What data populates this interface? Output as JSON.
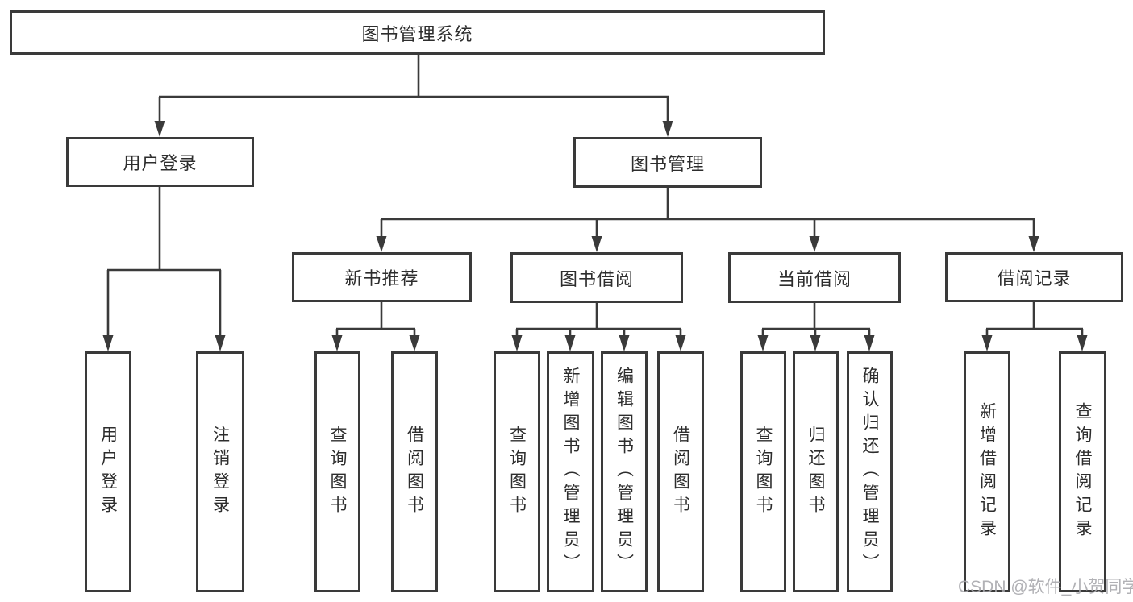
{
  "diagram": {
    "root": {
      "label": "图书管理系统"
    },
    "level2": {
      "user_login": "用户登录",
      "book_management": "图书管理"
    },
    "level3": {
      "new_book_recommend": "新书推荐",
      "book_borrow": "图书借阅",
      "current_borrow": "当前借阅",
      "borrow_records": "借阅记录"
    },
    "leaves": {
      "user_login": [
        "用户登录",
        "注销登录"
      ],
      "new_book_recommend": [
        "查询图书",
        "借阅图书"
      ],
      "book_borrow": [
        "查询图书",
        "新增图书（管理员）",
        "编辑图书（管理员）",
        "借阅图书"
      ],
      "current_borrow": [
        "查询图书",
        "归还图书",
        "确认归还（管理员）"
      ],
      "borrow_records": [
        "新增借阅记录",
        "查询借阅记录"
      ]
    },
    "colors": {
      "line": "#3a3a3a",
      "text": "#2d2d2d",
      "box_background": "#ffffff",
      "watermark": "#a8a8ad"
    },
    "watermark": "CSDN @软件_小贺同学"
  }
}
